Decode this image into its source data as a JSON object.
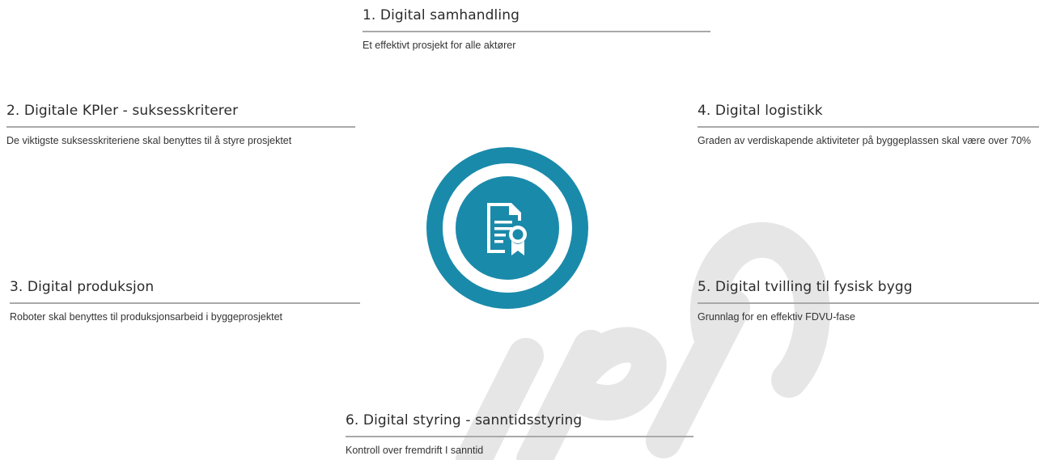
{
  "center": {
    "icon": "certificate-document-icon",
    "ring_color": "#1a8aaa",
    "icon_color": "#ffffff"
  },
  "watermark": {
    "text": "APIG",
    "color": "#e6e6e6"
  },
  "items": [
    {
      "title": "1. Digital samhandling",
      "description": "Et effektivt prosjekt for alle aktører"
    },
    {
      "title": "2. Digitale KPIer - suksesskriterer",
      "description": "De viktigste suksesskriteriene skal benyttes til å styre prosjektet"
    },
    {
      "title": "3. Digital produksjon",
      "description": "Roboter skal benyttes til produksjonsarbeid i byggeprosjektet"
    },
    {
      "title": "4. Digital logistikk",
      "description": "Graden av verdiskapende aktiviteter på byggeplassen skal være over 70%"
    },
    {
      "title": "5. Digital tvilling til fysisk bygg",
      "description": "Grunnlag for en effektiv FDVU-fase"
    },
    {
      "title": "6. Digital styring - sanntidsstyring",
      "description": "Kontroll over fremdrift I sanntid"
    }
  ]
}
